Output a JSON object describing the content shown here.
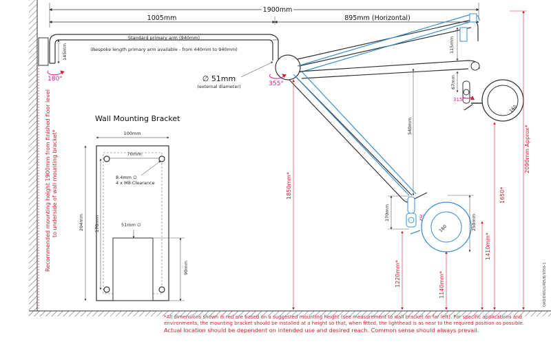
{
  "dimensions": {
    "total_width": "1900mm",
    "wall_to_elbow": "1005mm",
    "horizontal_reach": "895mm (Horizontal)",
    "wall_drop": "145mm",
    "head_drop": "115mm",
    "yoke_upper": "67mm",
    "secondary_arm": "540mm",
    "head_yoke": "170mm",
    "head_outer": "250mm",
    "head_diameter": "160"
  },
  "primary_arm": {
    "label": "Standard primary arm (940mm)",
    "note": "(Bespoke length primary arm available - from 440mm to 940mm)"
  },
  "tube": {
    "diameter": "∅ 51mm",
    "note": "(external diameter)"
  },
  "rotations": {
    "wall": "180°",
    "elbow": "355°",
    "yoke_top": "315°",
    "yoke_bottom": "315°"
  },
  "heights": {
    "mounting": "Recommended mounting height 1900mm from finished floor level",
    "mounting_line2": "to underside of wall mounting bracket*",
    "elbow_height": "1850mm*",
    "approx_total": "2090mm Approx*",
    "h1650": "1650*",
    "h1410": "1410mm*",
    "h1220": "1220mm*",
    "h1140": "1140mm*"
  },
  "bracket": {
    "title": "Wall Mounting Bracket",
    "width": "100mm",
    "hole_spacing": "70mm",
    "hole_size": "8.4mm ∅",
    "hole_note": "4 x M8 Clearance",
    "height": "204mm",
    "inner_height": "170mm",
    "tube_size": "51mm ∅",
    "lower_height": "90mm"
  },
  "footnote": {
    "line1": "*All dimensions shown in red are based on a suggested mounting height (see measurement to wall bracket on far left). For specific applications and",
    "line2": "environments, the mounting bracket should be installed at a height so that, when fitted, the lighthead is as near to the required position as possible.",
    "line3": "Actual location should be dependent on intended use and desired reach. Common sense should always prevail."
  },
  "doc_ref": "QAD/DWG/LIREUB/1056-1"
}
